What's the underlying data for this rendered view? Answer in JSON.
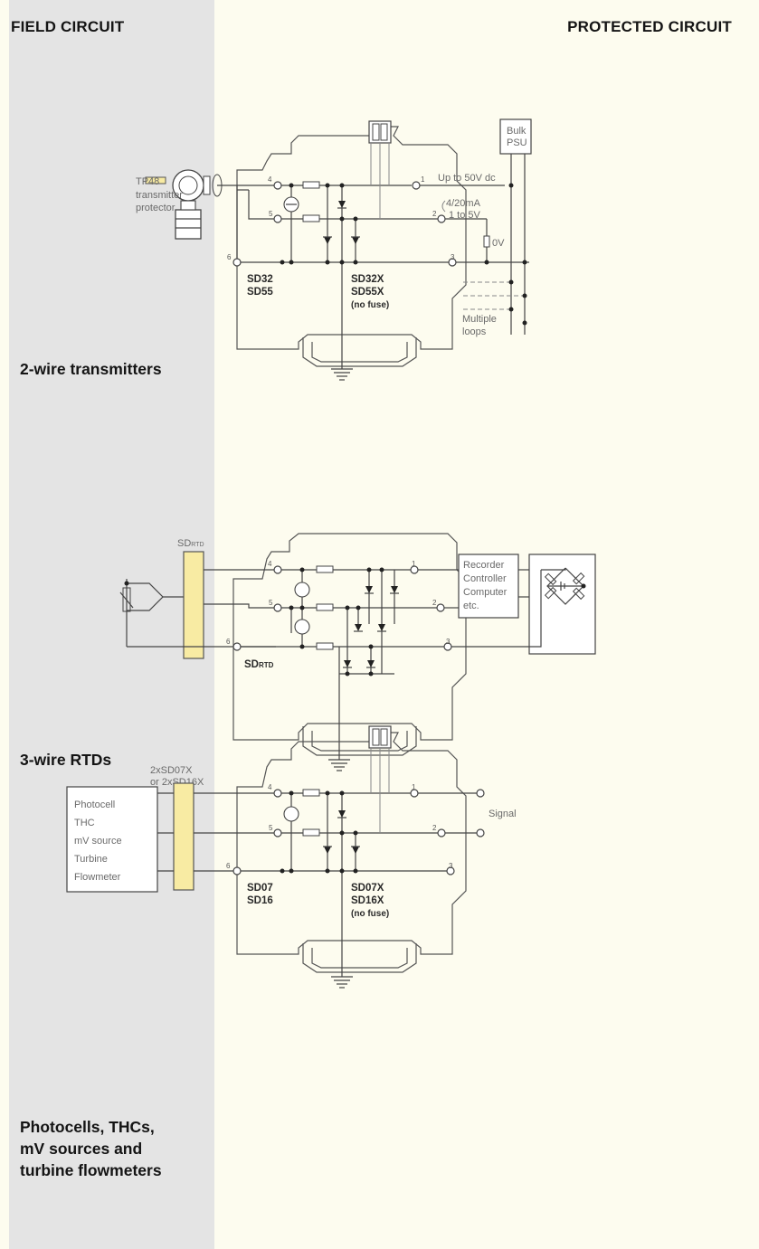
{
  "headers": {
    "field": "FIELD CIRCUIT",
    "protected": "PROTECTED CIRCUIT"
  },
  "sections": {
    "transmitters": {
      "title": "2-wire transmitters",
      "device_label": "TP48",
      "device_sub1": "transmitter",
      "device_sub2": "protector",
      "model_left_1": "SD32",
      "model_left_2": "SD55",
      "model_right_1": "SD32X",
      "model_right_2": "SD55X",
      "model_right_3": "(no fuse)",
      "psu_1": "Bulk",
      "psu_2": "PSU",
      "voltage": "Up to 50V dc",
      "current": "4/20mA",
      "volts_range": "1 to 5V",
      "zero": "0V",
      "multi_1": "Multiple",
      "multi_2": "loops"
    },
    "rtds": {
      "title": "3-wire RTDs",
      "device_label_main": "SD",
      "device_label_sub": "RTD",
      "model_main": "SD",
      "model_sub": "RTD",
      "recorder_1": "Recorder",
      "recorder_2": "Controller",
      "recorder_3": "Computer",
      "recorder_4": "etc."
    },
    "photocells": {
      "title_1": "Photocells, THCs,",
      "title_2": "mV sources and",
      "title_3": "turbine flowmeters",
      "device_1": "2xSD07X",
      "device_2": "or 2xSD16X",
      "source_1": "Photocell",
      "source_2": "THC",
      "source_3": "mV source",
      "source_4": "Turbine",
      "source_5": "Flowmeter",
      "model_left_1": "SD07",
      "model_left_2": "SD16",
      "model_right_1": "SD07X",
      "model_right_2": "SD16X",
      "model_right_3": "(no fuse)",
      "signal": "Signal"
    }
  },
  "terminals": [
    "1",
    "2",
    "3",
    "4",
    "5",
    "6"
  ]
}
